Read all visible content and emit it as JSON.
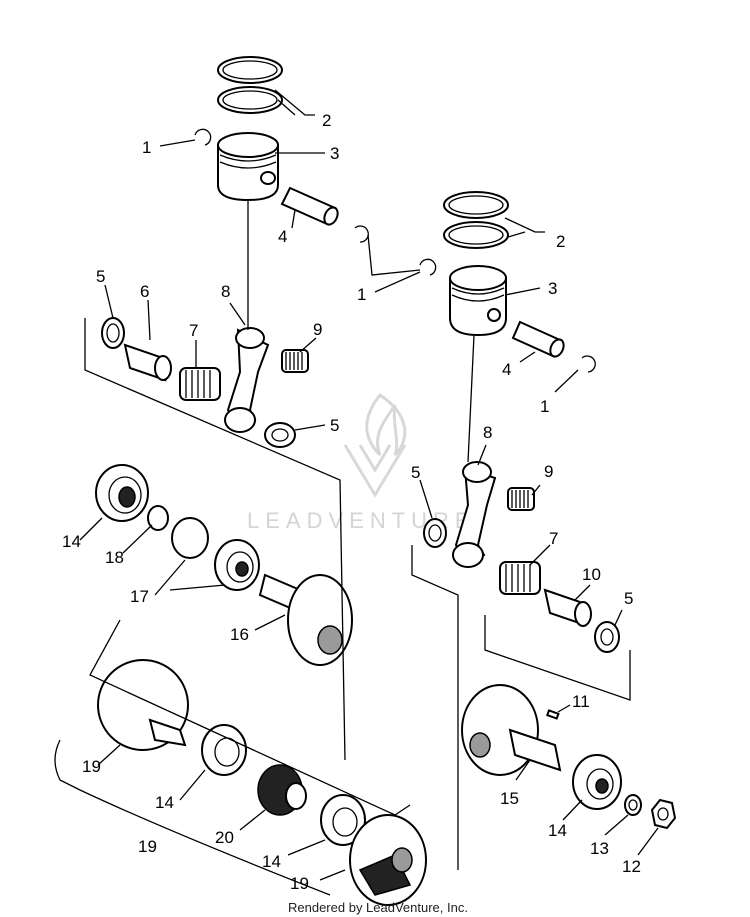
{
  "diagram": {
    "labels": {
      "l1a": "1",
      "l2a": "2",
      "l3a": "3",
      "l4a": "4",
      "l5a": "5",
      "l6": "6",
      "l7a": "7",
      "l8a": "8",
      "l9a": "9",
      "l5b": "5",
      "l14a": "14",
      "l18": "18",
      "l17": "17",
      "l16": "16",
      "l19a": "19",
      "l14b": "14",
      "l20": "20",
      "l19b": "19",
      "l14c": "14",
      "l19c": "19",
      "l2b": "2",
      "l1b": "1",
      "l3b": "3",
      "l4b": "4",
      "l1c": "1",
      "l8b": "8",
      "l5c": "5",
      "l9b": "9",
      "l7b": "7",
      "l10": "10",
      "l5d": "5",
      "l11": "11",
      "l15": "15",
      "l14d": "14",
      "l13": "13",
      "l12": "12"
    },
    "watermark": "LEADVENTURE",
    "footer": "Rendered by LeadVenture, Inc."
  }
}
